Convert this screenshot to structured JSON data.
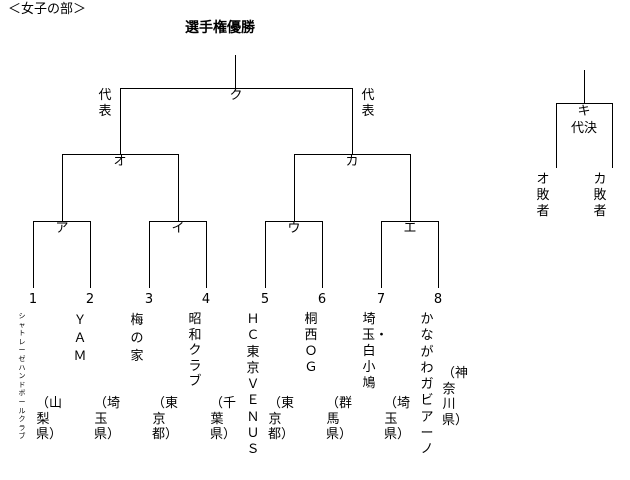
{
  "section_title": "＜女子の部＞",
  "champion_label": "選手権優勝",
  "daihyo": "代表",
  "final_match": "ク",
  "semi_left": "オ",
  "semi_right": "カ",
  "qf": [
    "ア",
    "イ",
    "ウ",
    "エ"
  ],
  "playoff": {
    "match": "キ",
    "label": "代決",
    "left": "オ敗者",
    "right": "カ敗者"
  },
  "teams": [
    {
      "num": "1",
      "name": "シャトレーゼハンドボールクラブ",
      "pref": "（山梨県）"
    },
    {
      "num": "2",
      "name": "ＹＡＭ",
      "pref": "（埼玉県）"
    },
    {
      "num": "3",
      "name": "梅の家",
      "pref": "（東京都）"
    },
    {
      "num": "4",
      "name": "昭和クラブ",
      "pref": "（千葉県）"
    },
    {
      "num": "5",
      "name": "ＨＣ東京ＶＥＮＵＳ",
      "pref": "（東京都）"
    },
    {
      "num": "6",
      "name": "桐西ＯＧ",
      "pref": "（群馬県）"
    },
    {
      "num": "7",
      "name": "埼玉・白小鳩",
      "pref": "（埼玉県）"
    },
    {
      "num": "8",
      "name": "かながわガビアーノ",
      "pref": "（神奈川県）"
    }
  ]
}
